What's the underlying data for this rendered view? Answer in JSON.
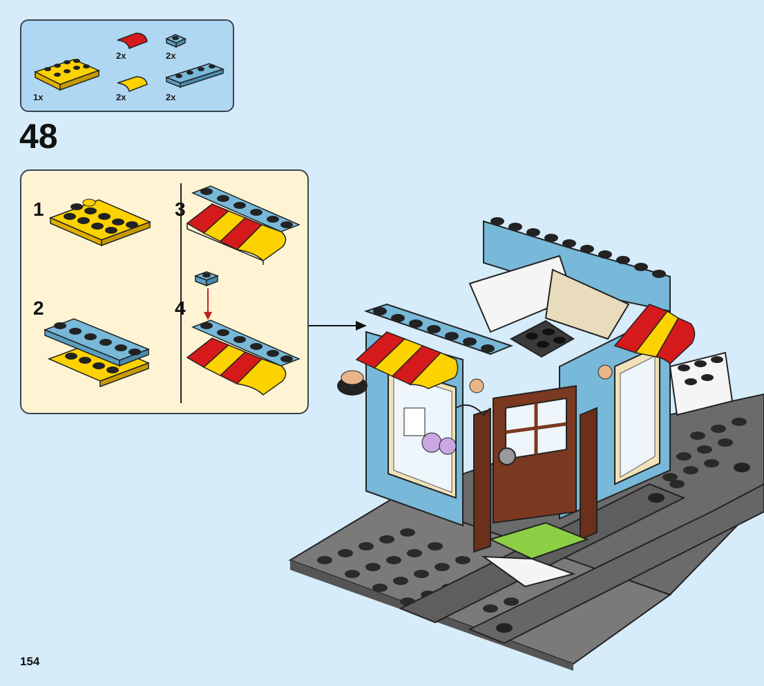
{
  "parts_list": {
    "items": [
      {
        "name": "yellow-plate-2x4",
        "qty": "1x"
      },
      {
        "name": "red-curved-slope",
        "qty": "2x"
      },
      {
        "name": "yellow-curved-slope",
        "qty": "2x"
      },
      {
        "name": "blue-plate-1x1",
        "qty": "2x"
      },
      {
        "name": "blue-plate-1x4",
        "qty": "2x"
      }
    ]
  },
  "step": {
    "number": "48"
  },
  "substeps": [
    {
      "label": "1"
    },
    {
      "label": "2"
    },
    {
      "label": "3"
    },
    {
      "label": "4"
    }
  ],
  "page": {
    "number": "154"
  },
  "colors": {
    "background": "#d6ecfb",
    "parts_panel": "#afd7f1",
    "sub_panel": "#fef4d4",
    "yellow": "#fcd200",
    "red": "#d41a1a",
    "blue": "#78b8d8",
    "gray": "#6b6b6b"
  }
}
